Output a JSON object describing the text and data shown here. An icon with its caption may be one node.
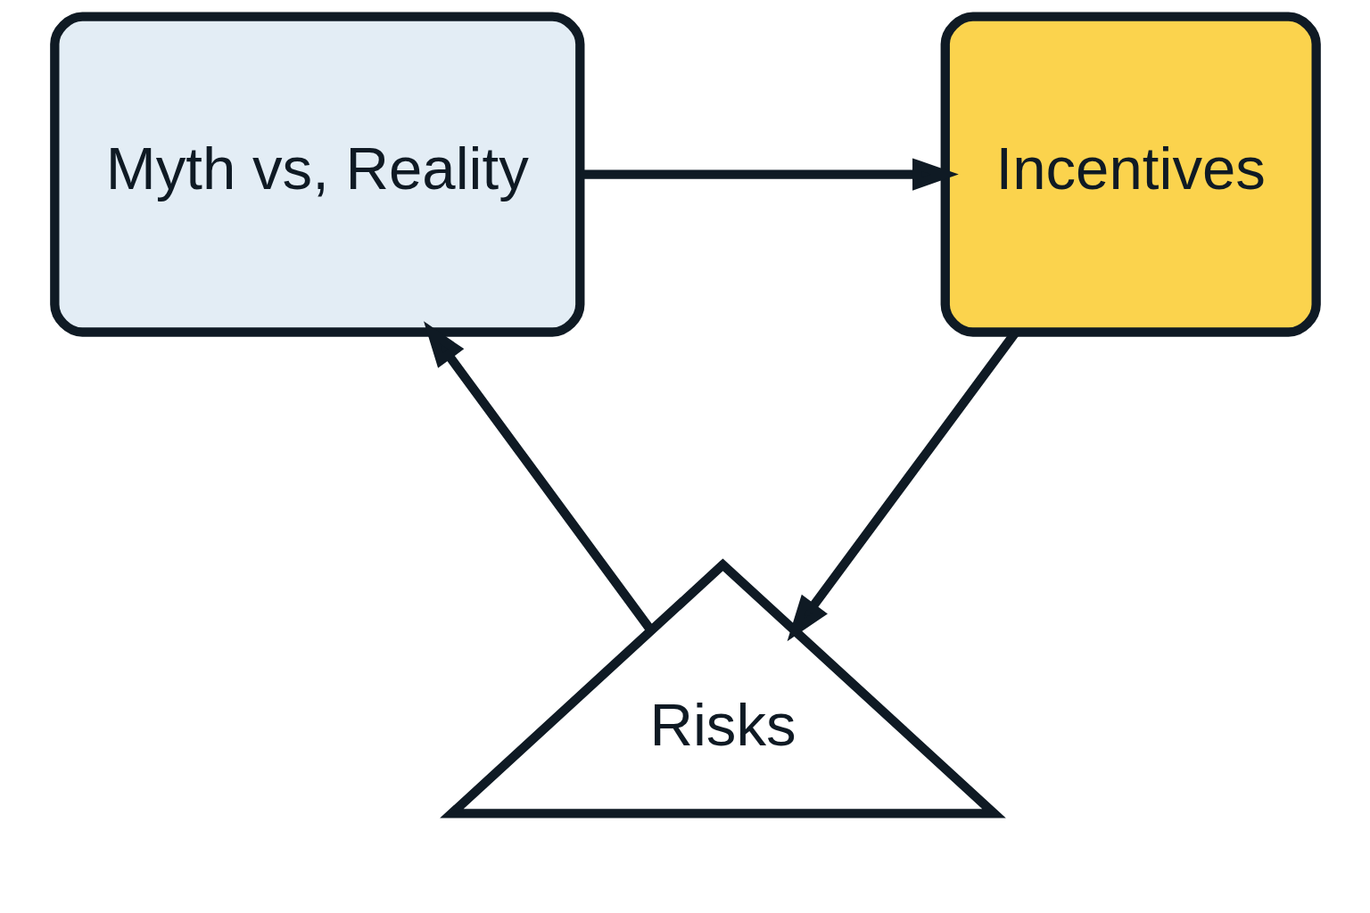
{
  "diagram": {
    "nodes": [
      {
        "text": [
          "Myth vs, Reality"
        ]
      },
      {
        "text": [
          "Incentives"
        ]
      },
      {
        "text": [
          "Risks"
        ]
      }
    ],
    "edges": [
      {
        "from": 0,
        "to": 1,
        "arrow": "to"
      },
      {
        "from": 1,
        "to": 2,
        "arrow": "to"
      },
      {
        "from": 2,
        "to": 0,
        "arrow": "to"
      }
    ]
  }
}
